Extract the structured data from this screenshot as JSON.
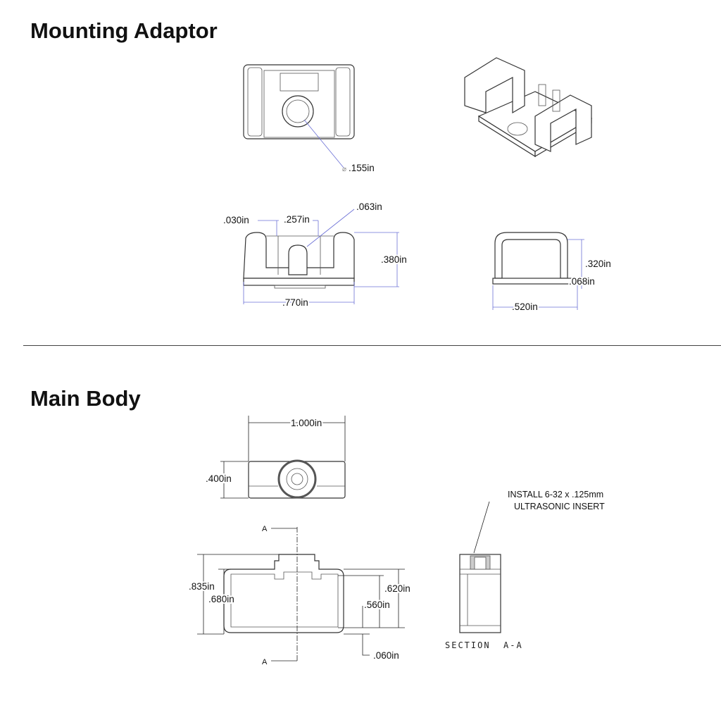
{
  "sections": [
    {
      "title": "Mounting Adaptor",
      "dimensions": {
        "hole_dia": ".155in",
        "wall": ".030in",
        "slot_width": ".257in",
        "fillet": ".063in",
        "height": ".380in",
        "width": ".770in",
        "side_height": ".320in",
        "base_thickness": ".068in",
        "depth": ".520in"
      },
      "hole_symbol": "⌀"
    },
    {
      "title": "Main Body",
      "dimensions": {
        "width": "1.000in",
        "top_height": ".400in",
        "overall_height": ".835in",
        "body_height": ".680in",
        "outer_height": ".620in",
        "inner_height": ".560in",
        "wall": ".060in"
      },
      "note": {
        "line1": "INSTALL 6-32 x .125mm",
        "line2": "ULTRASONIC INSERT"
      },
      "section_marker": "A",
      "section_label": "SECTION  A-A"
    }
  ]
}
